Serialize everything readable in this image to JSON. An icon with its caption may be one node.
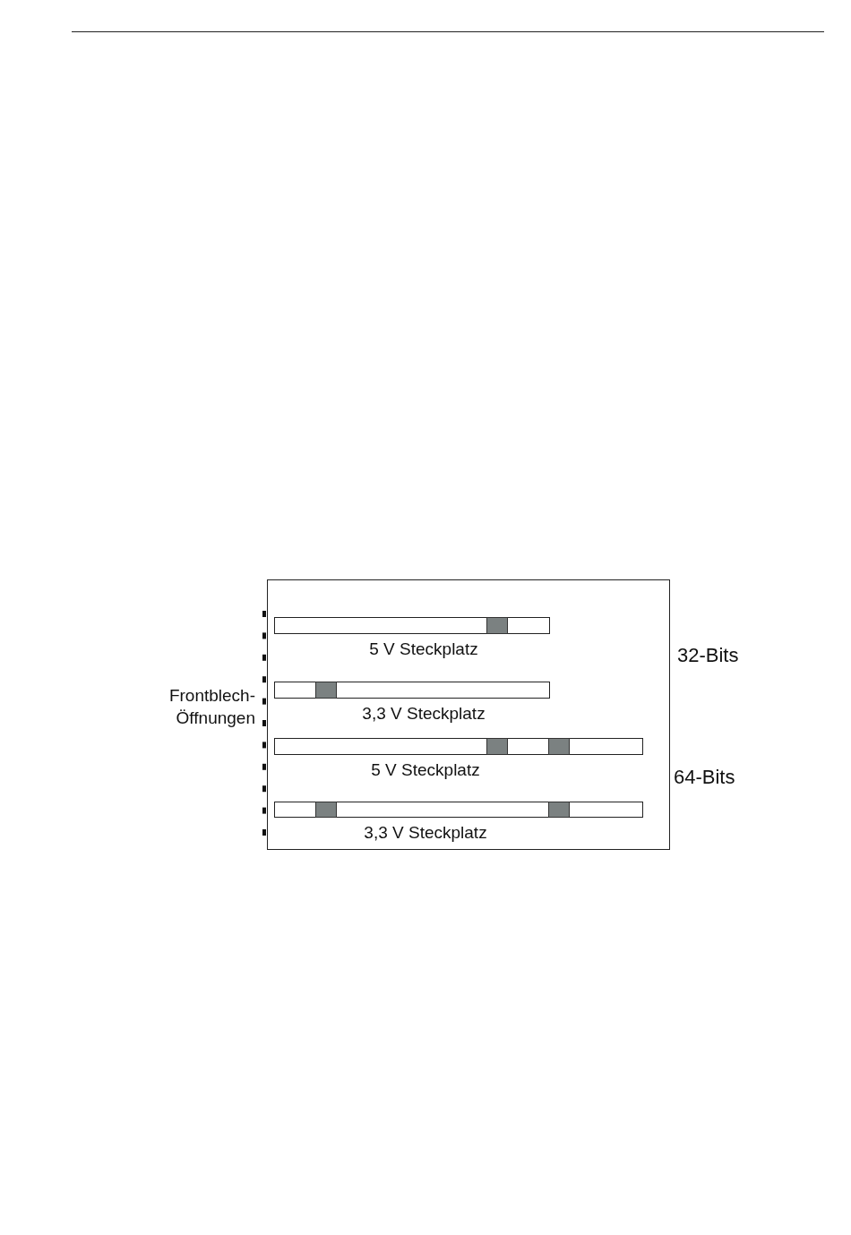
{
  "diagram": {
    "nodes": [
      {
        "text": [],
        "shape": "box"
      },
      {
        "text": [],
        "shape": "bar",
        "in": 0,
        "beside": [
          "5 V Steckplatz"
        ]
      },
      {
        "text": [],
        "shape": "bar",
        "in": 0,
        "beside": [
          "3,3 V Steckplatz"
        ]
      },
      {
        "text": [],
        "shape": "bar",
        "in": 0,
        "beside": [
          "5 V Steckplatz"
        ]
      },
      {
        "text": [],
        "shape": "bar",
        "in": 0,
        "beside": [
          "3,3 V Steckplatz"
        ]
      }
    ],
    "labels": [
      "Frontblech- Öffnungen",
      "32-Bits",
      "64-Bits"
    ]
  }
}
